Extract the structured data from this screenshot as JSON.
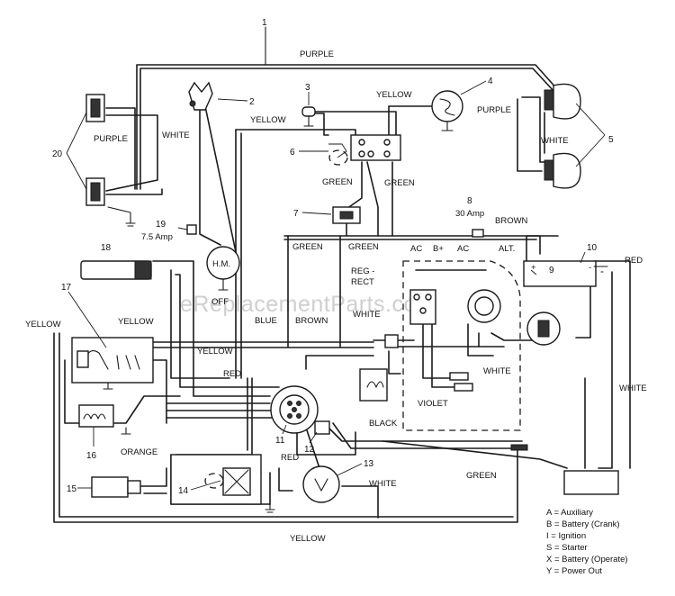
{
  "watermark": "eReplacementParts.com",
  "component_numbers": [
    "1",
    "2",
    "3",
    "4",
    "5",
    "6",
    "7",
    "8",
    "9",
    "10",
    "11",
    "12",
    "13",
    "14",
    "15",
    "16",
    "17",
    "18",
    "19",
    "20"
  ],
  "fuses": {
    "main": "30 Amp",
    "aux": "7.5 Amp"
  },
  "wire_labels": {
    "purple_top": "PURPLE",
    "yellow_top": "YELLOW",
    "yellow_mid": "YELLOW",
    "purple_left": "PURPLE",
    "white_left": "WHITE",
    "purple_right": "PURPLE",
    "white_right": "WHITE",
    "green_a": "GREEN",
    "green_b": "GREEN",
    "brown_top": "BROWN",
    "green_c": "GREEN",
    "green_d": "GREEN",
    "red_right": "RED",
    "yellow_left": "YELLOW",
    "yellow_17": "YELLOW",
    "blue": "BLUE",
    "brown_mid": "BROWN",
    "white_mid": "WHITE",
    "yellow_center": "YELLOW",
    "red_center": "RED",
    "white_reg": "WHITE",
    "violet": "VIOLET",
    "black": "BLACK",
    "white_far_right": "WHITE",
    "orange": "ORANGE",
    "red_low": "RED",
    "white_low": "WHITE",
    "green_low": "GREEN",
    "yellow_bottom": "YELLOW"
  },
  "component_labels": {
    "hour_meter": "H.M.",
    "off": "OFF",
    "regulator_1": "REG -",
    "regulator_2": "RECT",
    "ac_1": "AC",
    "b_plus": "B+",
    "ac_2": "AC",
    "alt": "ALT."
  },
  "legend": [
    "A = Auxiliary",
    "B = Battery (Crank)",
    "I = Ignition",
    "S = Starter",
    "X = Battery (Operate)",
    "Y = Power Out"
  ]
}
